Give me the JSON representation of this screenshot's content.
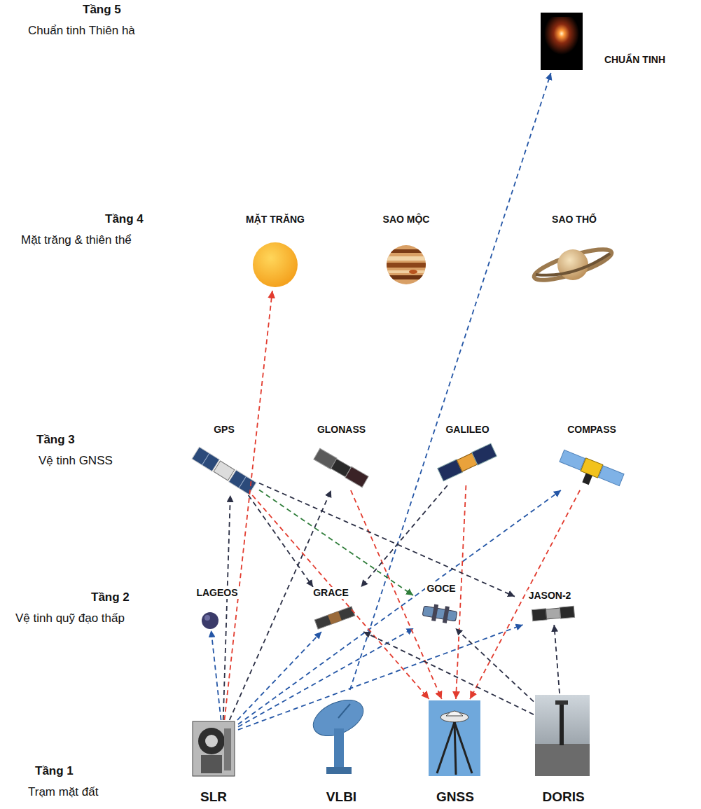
{
  "diagram": {
    "nodes": [
      {
        "text": [
          "CHUẨN TINH"
        ]
      },
      {
        "text": [
          "MẶT TRĂNG"
        ]
      },
      {
        "text": [
          "SAO MỘC"
        ]
      },
      {
        "text": [
          "SAO THỔ"
        ]
      },
      {
        "text": [
          "GPS"
        ]
      },
      {
        "text": [
          "GLONASS"
        ]
      },
      {
        "text": [
          "GALILEO"
        ]
      },
      {
        "text": [
          "COMPASS"
        ]
      },
      {
        "text": [
          "LAGEOS"
        ]
      },
      {
        "text": [
          "GRACE"
        ]
      },
      {
        "text": [
          "GOCE"
        ]
      },
      {
        "text": [
          "JASON-2"
        ]
      },
      {
        "text": [
          "SLR"
        ]
      },
      {
        "text": [
          "VLBI"
        ]
      },
      {
        "text": [
          "GNSS"
        ]
      },
      {
        "text": [
          "DORIS"
        ]
      }
    ],
    "edges": [
      {
        "from": 12,
        "to": 8,
        "arrow": "to"
      },
      {
        "from": 12,
        "to": 4,
        "arrow": "to"
      },
      {
        "from": 12,
        "to": 1,
        "arrow": "to"
      },
      {
        "from": 12,
        "to": 5,
        "arrow": "to"
      },
      {
        "from": 12,
        "to": 9,
        "arrow": "to"
      },
      {
        "from": 12,
        "to": 10,
        "arrow": "to"
      },
      {
        "from": 12,
        "to": 11,
        "arrow": "to"
      },
      {
        "from": 12,
        "to": 7,
        "arrow": "to"
      },
      {
        "from": 13,
        "to": 0,
        "arrow": "to"
      },
      {
        "from": 4,
        "to": 14,
        "arrow": "to"
      },
      {
        "from": 5,
        "to": 14,
        "arrow": "to"
      },
      {
        "from": 6,
        "to": 14,
        "arrow": "to"
      },
      {
        "from": 7,
        "to": 14,
        "arrow": "to"
      },
      {
        "from": 4,
        "to": 9,
        "arrow": "to"
      },
      {
        "from": 4,
        "to": 10,
        "arrow": "to"
      },
      {
        "from": 4,
        "to": 11,
        "arrow": "to"
      },
      {
        "from": 6,
        "to": 9,
        "arrow": "to"
      },
      {
        "from": 15,
        "to": 9,
        "arrow": "to"
      },
      {
        "from": 15,
        "to": 10,
        "arrow": "to"
      },
      {
        "from": 15,
        "to": 11,
        "arrow": "to"
      }
    ],
    "labels": [
      "Tầng 5",
      "Chuẩn tinh Thiên hà",
      "Tầng 4",
      "Mặt trăng & thiên thể",
      "Tầng 3",
      "Vệ tinh GNSS",
      "Tầng 2",
      "Vệ tinh quỹ đạo thấp",
      "Tầng 1",
      "Trạm mặt đất"
    ]
  }
}
